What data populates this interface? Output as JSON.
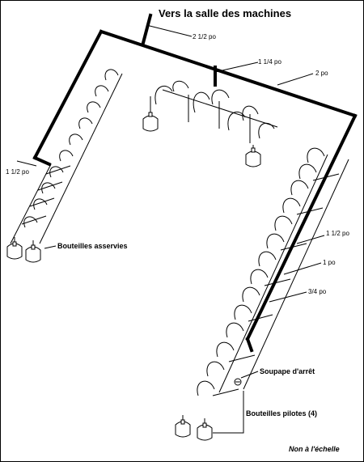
{
  "labels": {
    "title": "Vers la salle des machines",
    "pipe_2_1_2": "2 1/2 po",
    "pipe_1_1_4": "1 1/4 po",
    "pipe_2": "2 po",
    "pipe_1_1_2_left": "1 1/2 po",
    "pipe_1_1_2_right": "1 1/2 po",
    "pipe_1": "1 po",
    "pipe_3_4": "3/4 po",
    "slave_bottles": "Bouteilles asservies",
    "stop_valve": "Soupape d'arrêt",
    "pilot_bottles": "Bouteilles pilotes (4)",
    "not_to_scale": "Non à l'échelle"
  }
}
